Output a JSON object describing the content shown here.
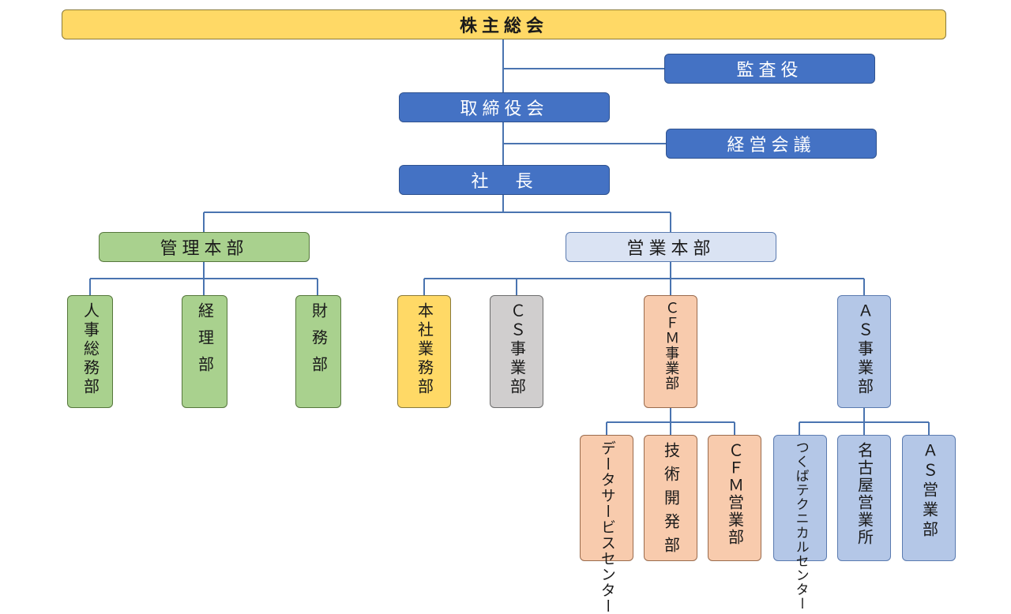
{
  "nodes": {
    "shareholders": "株主総会",
    "auditor": "監査役",
    "board": "取締役会",
    "mgmt_meeting": "経営会議",
    "president": "社　長",
    "admin_hq": "管理本部",
    "sales_hq": "営業本部",
    "hr": "人事総務部",
    "accounting": "経理部",
    "finance": "財務部",
    "head_office_sales": "本社業務部",
    "cs": "ＣＳ事業部",
    "cfm": "ＣＦＭ事業部",
    "as": "ＡＳ事業部",
    "data_service": "データサービスセンター",
    "tech_dev": "技術開発部",
    "cfm_sales": "ＣＦＭ営業部",
    "tsukuba": "つくばテクニカルセンター",
    "nagoya": "名古屋営業所",
    "as_sales": "ＡＳ営業部"
  },
  "colors": {
    "top": "#ffd966",
    "executive": "#4472c4",
    "admin": "#a9d18e",
    "sales": "#dae3f3",
    "head_office": "#ffd966",
    "cs": "#d0cece",
    "cfm": "#f8cbad",
    "as": "#b4c7e7",
    "connector": "#4a74b0"
  }
}
